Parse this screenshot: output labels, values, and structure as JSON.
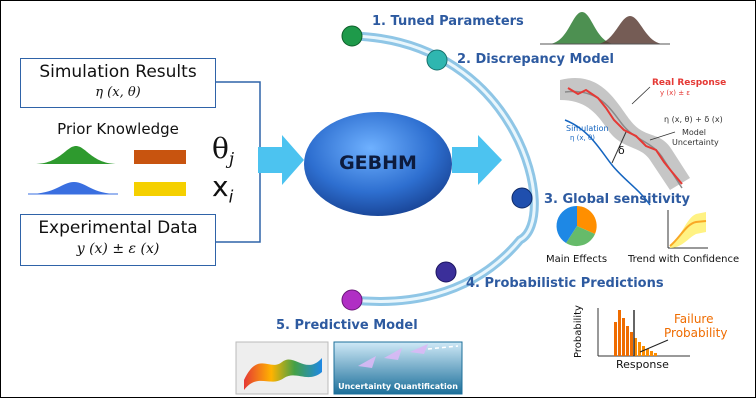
{
  "inputs": {
    "simulation_title": "Simulation Results",
    "simulation_formula": "η (x, θ)",
    "prior_title": "Prior Knowledge",
    "experimental_title": "Experimental Data",
    "experimental_formula": "y (x) ± ε (x)"
  },
  "symbols": {
    "theta": "θ",
    "theta_sub": "j",
    "x": "x",
    "x_sub": "i"
  },
  "center": {
    "label": "GEBHM"
  },
  "steps": [
    {
      "label": "1. Tuned Parameters"
    },
    {
      "label": "2. Discrepancy Model"
    },
    {
      "label": "3. Global sensitivity"
    },
    {
      "label": "4. Probabilistic Predictions"
    },
    {
      "label": "5. Predictive Model"
    }
  ],
  "discrepancy": {
    "real_response": "Real Response",
    "real_formula": "y (x) ± ε",
    "eta_formula": "η (x, θ) + δ (x)",
    "simulation": "Simulation",
    "simulation_formula": "η (x, θ)",
    "delta": "δ",
    "model_uncertainty_1": "Model",
    "model_uncertainty_2": "Uncertainty"
  },
  "sensitivity": {
    "main_effects": "Main Effects",
    "trend": "Trend with Confidence"
  },
  "predictions": {
    "y_axis": "Probability",
    "x_axis": "Response",
    "failure_1": "Failure",
    "failure_2": "Probability"
  },
  "predictive_model": {
    "uq_label": "Uncertainty Quantification"
  },
  "colors": {
    "step1": "#1e9a4a",
    "step2": "#2fb6b0",
    "step3": "#1f4fae",
    "step4": "#3b2f9a",
    "step5": "#b02fc4",
    "arrow": "#4cc3f0",
    "gebhm": "#2e6fd0",
    "prior_green": "#2e9a2e",
    "prior_orange": "#c8540f",
    "prior_blue": "#3a6fe0",
    "prior_yellow": "#f5d000"
  }
}
